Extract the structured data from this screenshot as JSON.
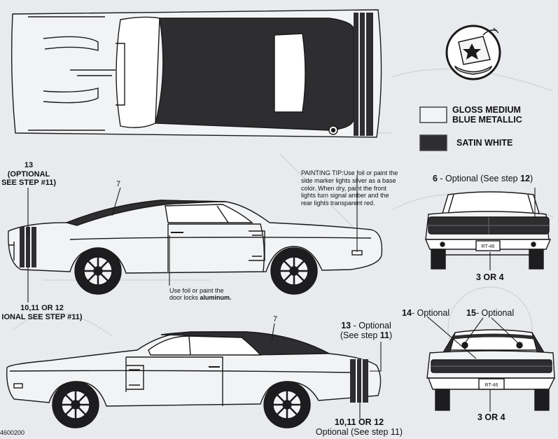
{
  "colors": {
    "paper": "#e9ebee",
    "line": "#1a1a1a",
    "gloss_medium_blue_metallic": "#f2f3f5",
    "satin_white": "#2e2e30"
  },
  "legend": {
    "gloss_label_line1": "GLOSS MEDIUM",
    "gloss_label_line2": "BLUE METALLIC",
    "satin_label": "SATIN WHITE"
  },
  "icon": {
    "name": "decal-water-dip-icon"
  },
  "callouts": {
    "top_left_13": "13",
    "top_left_optional": "(OPTIONAL",
    "top_left_step": "SEE STEP #11)",
    "side1_roof": "7",
    "side1_bottom_parts": "10,11 OR 12",
    "side1_bottom_step": "IONAL SEE STEP #11)",
    "door_locks_line1": "Use foil or paint the",
    "door_locks_line2": "door locks",
    "door_locks_bold": "aluminum.",
    "tip_title": "PAINTING TIP:",
    "tip_line1": "Use foil or paint the",
    "tip_line2": "side marker lights silver as a base",
    "tip_line3": "color.  When dry, paint the front",
    "tip_line4": "lights  turn signal amber and the",
    "tip_line5": "rear lights transparent red.",
    "front_part": "6",
    "front_optional": " - Optional (See step ",
    "front_step": "12",
    "front_close": ")",
    "front_bottom": "3 OR 4",
    "side2_roof": "7",
    "side2_13": "13",
    "side2_optional": " - Optional",
    "side2_step": "(See step ",
    "side2_step_num": "11",
    "side2_close": ")",
    "side2_bottom_parts": "10,11 OR 12",
    "side2_bottom_step": "Optional (See step 11)",
    "rear_14": "14",
    "rear_14_optional": "- Optional",
    "rear_15": "15",
    "rear_15_optional": "- Optional",
    "rear_bottom": "3 OR 4",
    "license_text": "RT-46",
    "catalog_number": "4600200"
  }
}
